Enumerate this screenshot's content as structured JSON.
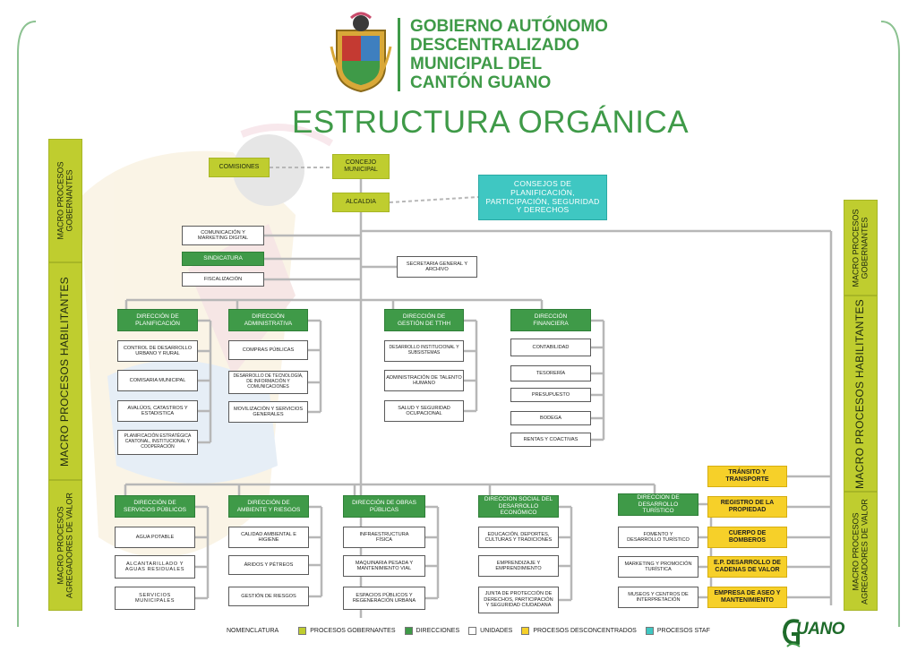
{
  "header": {
    "org_name_lines": [
      "GOBIERNO AUTÓNOMO",
      "DESCENTRALIZADO",
      "MUNICIPAL DEL",
      "CANTÓN GUANO"
    ],
    "title": "ESTRUCTURA ORGÁNICA"
  },
  "side_labels": {
    "left_gobernantes": "MACRO PROCESOS GOBERNANTES",
    "left_habilitantes": "MACRO PROCESOS HABILITANTES",
    "left_agregadores": "MACRO PROCESOS AGREGADORES DE VALOR",
    "right_gobernantes": "MACRO PROCESOS GOBERNANTES",
    "right_habilitantes": "MACRO PROCESOS HABILITANTES",
    "right_agregadores": "MACRO PROCESOS AGREGADORES DE VALOR"
  },
  "gobernantes": {
    "comisiones": "COMISIONES",
    "concejo": "CONCEJO MUNICIPAL",
    "alcaldia": "ALCALDIA"
  },
  "staf": {
    "consejos": "CONSEJOS DE PLANIFICACIÓN, PARTICIPACIÓN, SEGURIDAD Y DERECHOS"
  },
  "asesoria": {
    "comunicacion": "COMUNICACIÓN Y MARKETING DIGITAL",
    "sindicatura": "SINDICATURA",
    "fiscalizacion": "FISCALIZACIÓN",
    "secretaria": "SECRETARIA GENERAL Y ARCHIVO"
  },
  "habilitantes": {
    "planificacion": {
      "title": "DIRECCIÓN DE PLANIFICACIÓN",
      "units": [
        "CONTROL DE DESARROLLO URBANO Y RURAL",
        "COMISARIA MUNICIPAL",
        "AVALÚOS, CATASTROS Y ESTADISTICA",
        "PLANIFICACIÓN ESTRATÉGICA CANTONAL, INSTITUCIONAL Y COOPERACIÓN"
      ]
    },
    "administrativa": {
      "title": "DIRECCIÓN ADMINISTRATIVA",
      "units": [
        "COMPRAS PÚBLICAS",
        "DESARROLLO DE TECNOLOGÍA, DE INFORMACIÓN Y COMUNICACIONES",
        "MOVILIZACIÓN Y SERVICIOS GENERALES"
      ]
    },
    "talento": {
      "title": "DIRECCIÓN DE GESTIÓN DE TTHH",
      "units": [
        "DESARROLLO INSTITUCIONAL Y SUBSISTEMAS",
        "ADMINISTRACIÓN DE TALENTO HUMANO",
        "SALUD Y SEGURIDAD OCUPACIONAL"
      ]
    },
    "financiera": {
      "title": "DIRECCIÓN FINANCIERA",
      "units": [
        "CONTABILIDAD",
        "TESORERÍA",
        "PRESUPUESTO",
        "BODEGA",
        "RENTAS Y COACTIVAS"
      ]
    }
  },
  "agregadores": {
    "servicios": {
      "title": "DIRECCIÓN DE SERVICIOS PÚBLICOS",
      "units": [
        "AGUA POTABLE",
        "ALCANTARILLADO Y AGUAS RESIDUALES",
        "SERVICIOS MUNICIPALES"
      ]
    },
    "ambiente": {
      "title": "DIRECCIÓN DE AMBIENTE Y RIESGOS",
      "units": [
        "CALIDAD AMBIENTAL E HIGIENE",
        "ÁRIDOS Y PÉTREOS",
        "GESTIÓN DE RIESGOS"
      ]
    },
    "obras": {
      "title": "DIRECCIÓN DE OBRAS PÚBLICAS",
      "units": [
        "INFRAESTRUCTURA FÍSICA",
        "MAQUINARIA PESADA Y MANTENIMIENTO VIAL",
        "ESPACIOS PÚBLICOS Y REGENERACIÓN URBANA"
      ]
    },
    "social": {
      "title": "DIRECCIÓN SOCIAL DEL DESARROLLO ECONÓMICO",
      "units": [
        "EDUCACIÓN, DEPORTES, CULTURAS Y TRADICIONES",
        "EMPRENDIZAJE Y EMPRENDIMIENTO",
        "JUNTA DE PROTECCIÓN DE DERECHOS, PARTICIPACIÓN Y SEGURIDAD CIUDADANA"
      ]
    },
    "turistico": {
      "title": "DIRECCIÓN DE DESARROLLO TURÍSTICO",
      "units": [
        "FOMENTO Y DESARROLLO TURÍSTICO",
        "MARKETING Y PROMOCIÓN TURÍSTICA",
        "MUSEOS Y CENTROS DE INTERPRETACIÓN"
      ]
    }
  },
  "desconcentrados": [
    "TRÁNSITO Y TRANSPORTE",
    "REGISTRO DE LA PROPIEDAD",
    "CUERPO DE BOMBEROS",
    "E.P. DESARROLLO DE CADENAS DE VALOR",
    "EMPRESA DE ASEO Y MANTENIMIENTO"
  ],
  "legend": {
    "label": "NOMENCLATURA",
    "items": [
      {
        "label": "PROCESOS GOBERNANTES",
        "color": "#bfcd2f"
      },
      {
        "label": "DIRECCIONES",
        "color": "#3f9a48"
      },
      {
        "label": "UNIDADES",
        "color": "#ffffff"
      },
      {
        "label": "PROCESOS DESCONCENTRADOS",
        "color": "#f6d029"
      },
      {
        "label": "PROCESOS STAF",
        "color": "#3fc7c2"
      }
    ]
  },
  "colors": {
    "gobernantes": "#bfcd2f",
    "direcciones": "#3f9a48",
    "unidades": "#ffffff",
    "desconcentrados": "#f6d029",
    "staf": "#3fc7c2",
    "connector": "#b7b7b7"
  },
  "footer_logo": {
    "text": "UANO",
    "icon": "guano-g-logo-icon"
  }
}
